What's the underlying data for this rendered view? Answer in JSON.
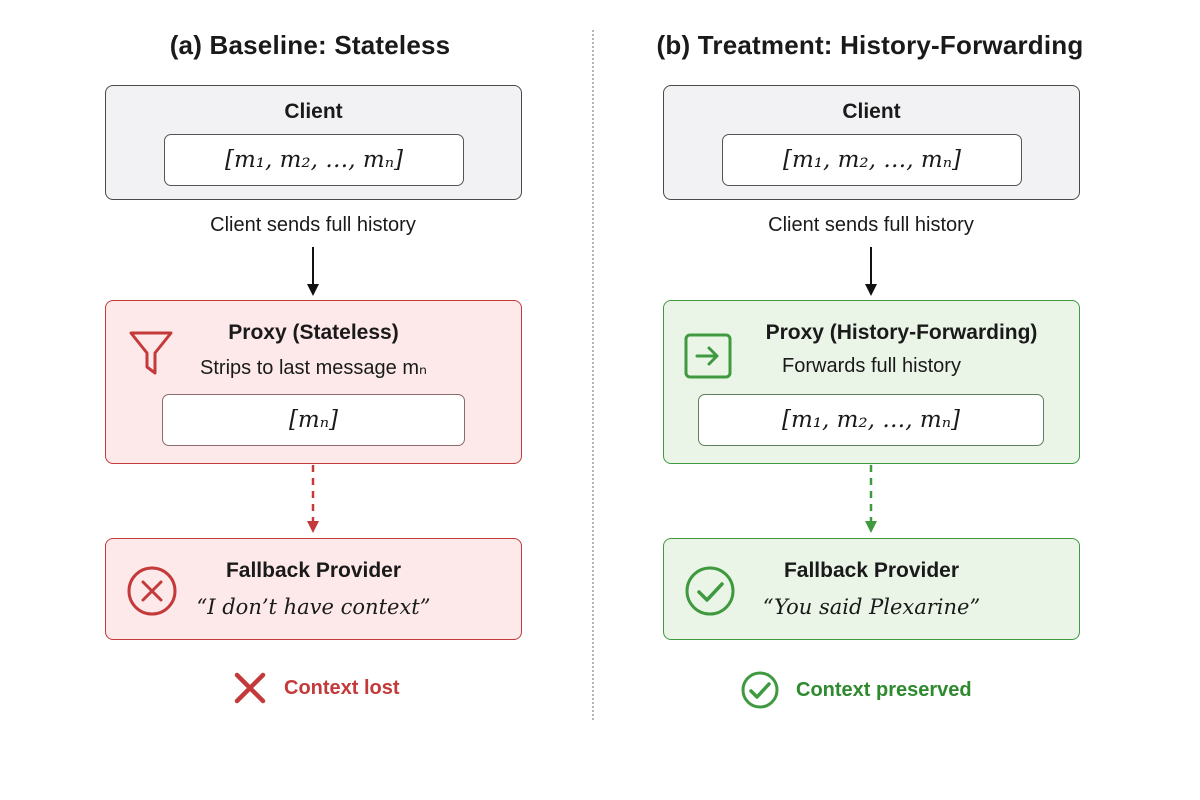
{
  "left": {
    "title": "(a) Baseline: Stateless",
    "client": {
      "title": "Client",
      "history": "[m₁, m₂, …, mₙ]"
    },
    "flow_label": "Client sends full history",
    "proxy": {
      "title": "Proxy (Stateless)",
      "subtitle": "Strips to last message mₙ",
      "payload": "[mₙ]",
      "icon": "filter-icon"
    },
    "provider": {
      "title": "Fallback Provider",
      "quote": "“I don’t have context”",
      "icon": "x-circle-icon"
    },
    "result": {
      "label": "Context lost",
      "icon": "x-icon"
    },
    "colors": {
      "accent": "#c43a3a",
      "fill": "#fde9e9"
    }
  },
  "right": {
    "title": "(b) Treatment: History-Forwarding",
    "client": {
      "title": "Client",
      "history": "[m₁, m₂, …, mₙ]"
    },
    "flow_label": "Client sends full history",
    "proxy": {
      "title": "Proxy (History-Forwarding)",
      "subtitle": "Forwards full history",
      "payload": "[m₁, m₂, …, mₙ]",
      "icon": "forward-arrow-icon"
    },
    "provider": {
      "title": "Fallback Provider",
      "quote": "“You said Plexarine”",
      "icon": "check-circle-icon"
    },
    "result": {
      "label": "Context preserved",
      "icon": "check-circle-icon"
    },
    "colors": {
      "accent": "#3f9a3f",
      "fill": "#eaf5e8"
    }
  }
}
